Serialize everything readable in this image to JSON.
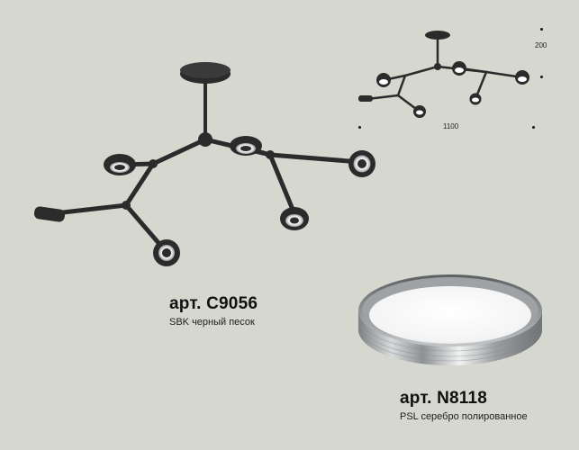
{
  "products": [
    {
      "article": "арт. C9056",
      "finish": "SBK черный песок",
      "icon": "chandelier-icon"
    },
    {
      "article": "арт. N8118",
      "finish": "PSL серебро полированное",
      "icon": "ceiling-light-icon"
    }
  ],
  "dimensions": {
    "width": "1100",
    "height": "200"
  },
  "colors": {
    "background": "#d6d7ce",
    "fixture": "#2b2b2c",
    "chrome": "#b9bcbe",
    "diffuser": "#ffffff"
  }
}
